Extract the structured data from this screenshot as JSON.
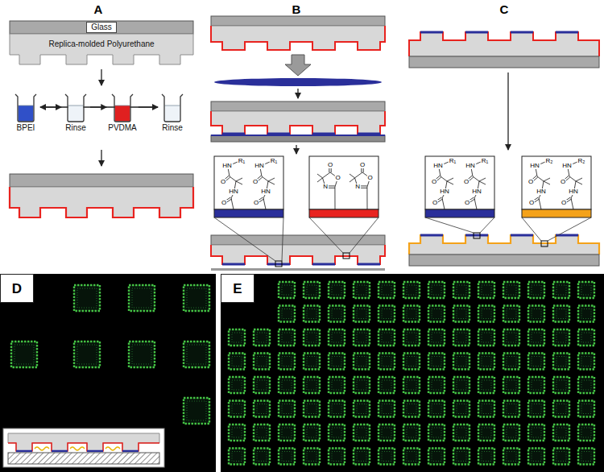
{
  "diagram": {
    "nodes": [
      {
        "text": [
          "Glass"
        ]
      },
      {
        "text": [
          "Replica-molded Polyurethane"
        ]
      },
      {
        "text": [
          "BPEI"
        ]
      },
      {
        "text": [
          "Rinse"
        ]
      },
      {
        "text": [
          "PVDMA"
        ]
      },
      {
        "text": [
          "Rinse"
        ]
      }
    ],
    "edges": [
      {
        "from": 2,
        "to": 3,
        "arrow": "to"
      },
      {
        "from": 3,
        "to": 4,
        "arrow": "to"
      },
      {
        "from": 4,
        "to": 5,
        "arrow": "to"
      },
      {
        "from": 5,
        "to": 2,
        "arrow": "to"
      }
    ],
    "labels": [
      "A",
      "B",
      "C",
      "HN",
      "R₁",
      "O",
      "HN",
      "O",
      "HN",
      "R₁",
      "O",
      "HN",
      "O",
      "O",
      "O",
      "N",
      "O",
      "O",
      "N",
      "HN",
      "R₁",
      "O",
      "HN",
      "O",
      "HN",
      "R₁",
      "O",
      "HN",
      "O",
      "HN",
      "R₂",
      "O",
      "HN",
      "O",
      "HN",
      "R₂",
      "O",
      "HN",
      "O",
      "D",
      "E"
    ]
  }
}
